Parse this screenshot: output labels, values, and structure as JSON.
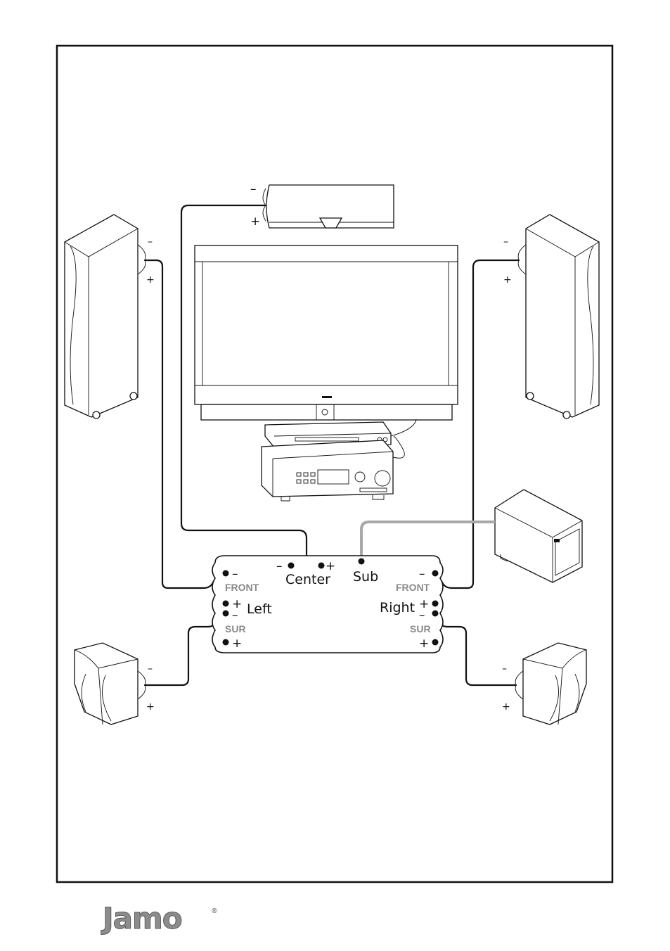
{
  "receiver": {
    "center_label": "Center",
    "sub_label": "Sub",
    "left_label": "Left",
    "right_label": "Right",
    "front_label": "FRONT",
    "sur_label": "SUR",
    "minus": "–",
    "plus": "+"
  },
  "speakers": {
    "minus": "–",
    "plus": "+"
  },
  "brand": {
    "logo_text": "Jamo",
    "registered": "®",
    "logo_color": "#8c8c8c"
  }
}
